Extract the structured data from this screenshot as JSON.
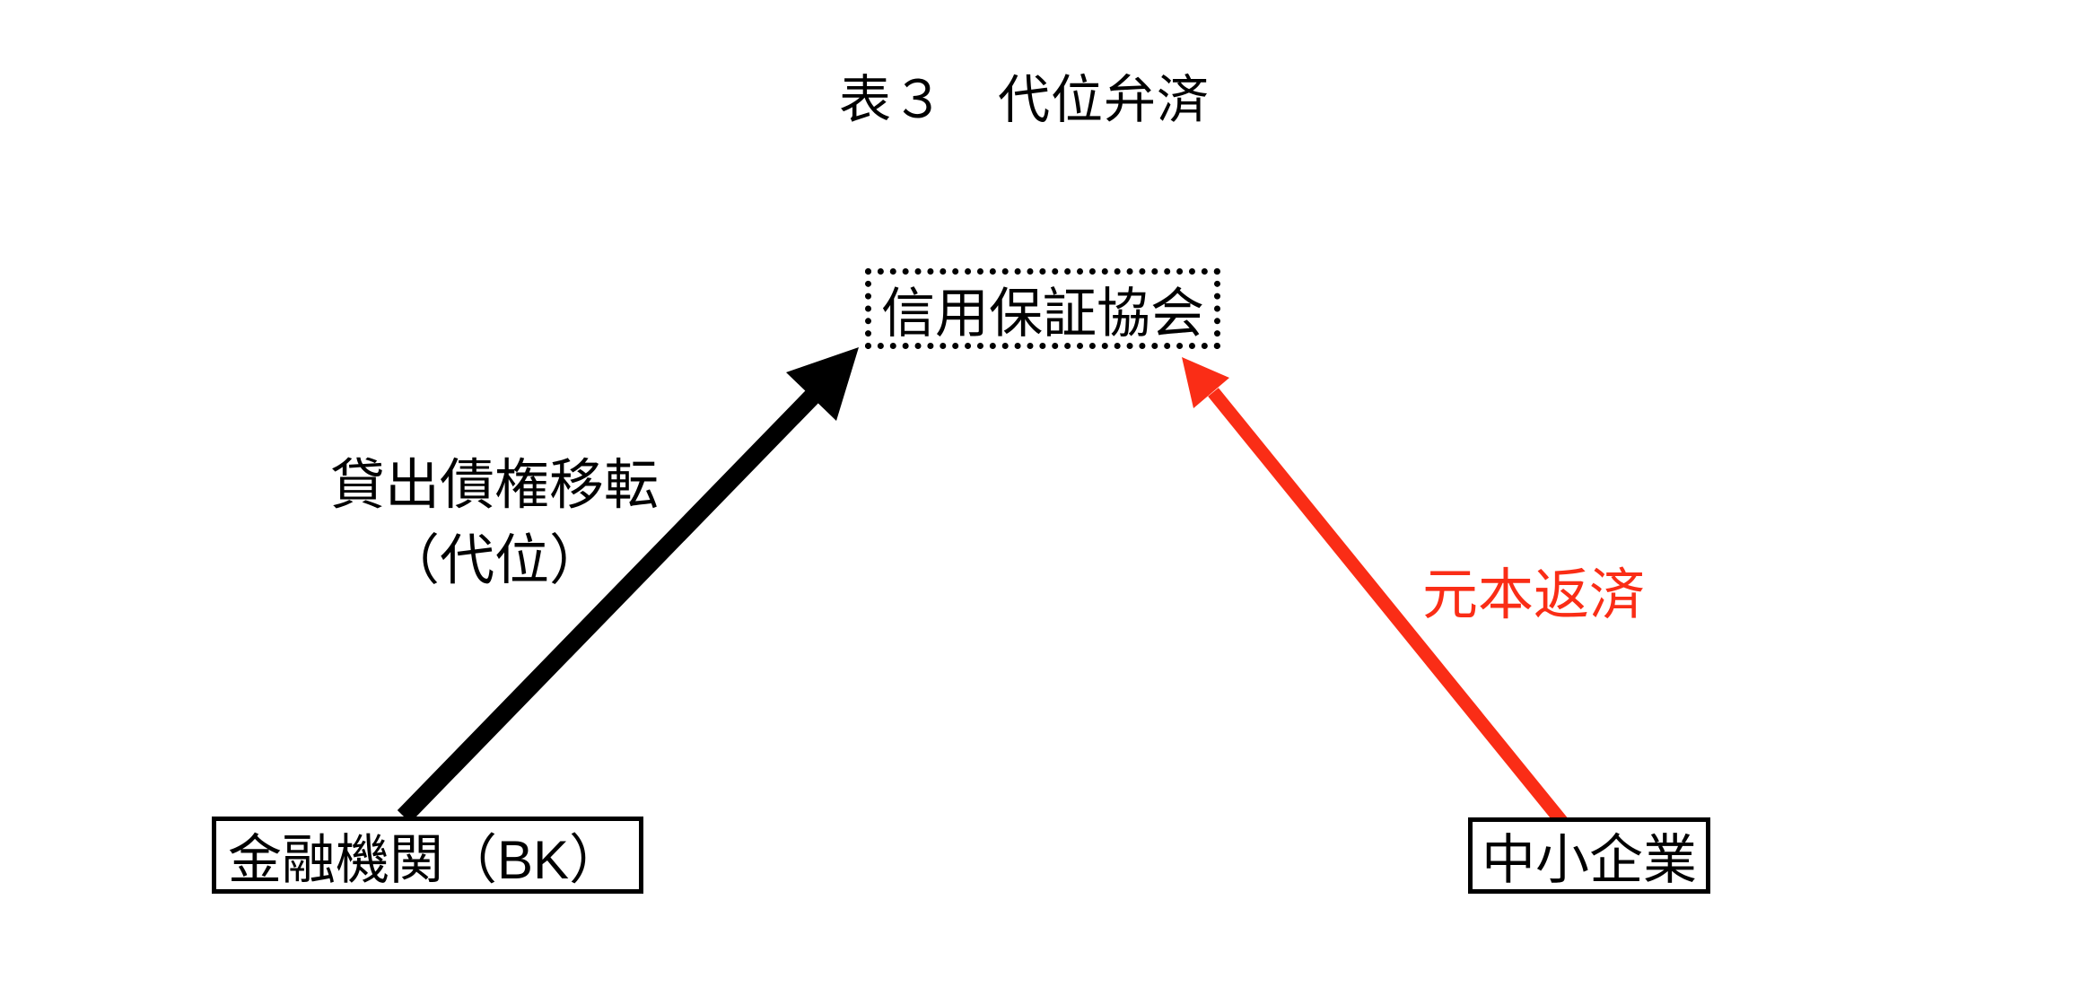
{
  "title": "表３　代位弁済",
  "nodes": {
    "credit_guarantee_association": {
      "label": "信用保証協会"
    },
    "financial_institution": {
      "label": "金融機関（BK）"
    },
    "sme": {
      "label": "中小企業"
    }
  },
  "arrows": {
    "loan_claim_transfer": {
      "label_line1": "貸出債権移転",
      "label_line2": "（代位）",
      "color": "#000000"
    },
    "principal_repayment": {
      "label": "元本返済",
      "color": "#fa2d16"
    }
  },
  "colors": {
    "background": "#ffffff",
    "text": "#000000",
    "accent_red": "#fa2d16"
  }
}
